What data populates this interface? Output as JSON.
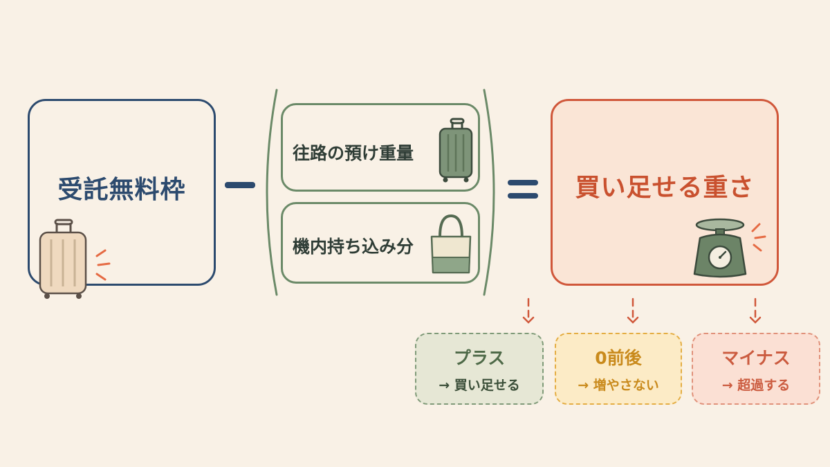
{
  "formula": {
    "left": {
      "label": "受託無料枠",
      "icon": "suitcase-icon"
    },
    "minus_sign": "−",
    "subtracted_items": [
      {
        "label": "往路の預け重量",
        "icon": "suitcase-icon"
      },
      {
        "label": "機内持ち込み分",
        "icon": "tote-bag-icon"
      }
    ],
    "equals_sign": "=",
    "result": {
      "label": "買い足せる重さ",
      "icon": "scale-icon"
    }
  },
  "outcomes": [
    {
      "title": "プラス",
      "desc": "→ 買い足せる",
      "color": "#7f9a78"
    },
    {
      "title": "0前後",
      "desc": "→ 増やさない",
      "color": "#e4ad43"
    },
    {
      "title": "マイナス",
      "desc": "→ 超過する",
      "color": "#e0917a"
    }
  ],
  "colors": {
    "navy": "#2c4a6e",
    "green": "#6b8a68",
    "red": "#d0573a",
    "background": "#f9f1e6"
  }
}
